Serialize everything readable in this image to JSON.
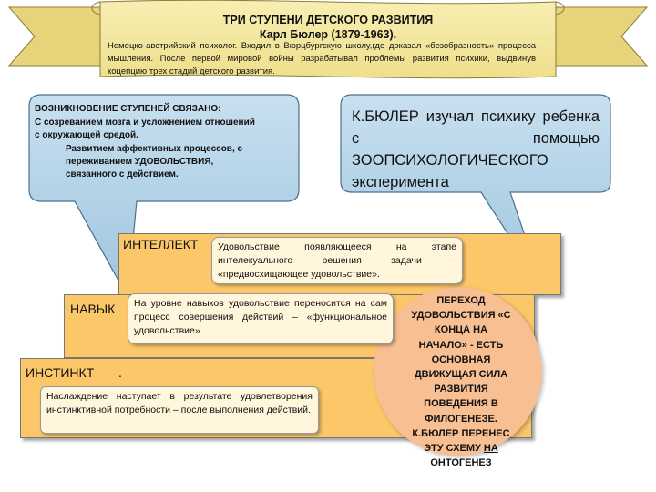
{
  "banner": {
    "title": "ТРИ СТУПЕНИ ДЕТСКОГО РАЗВИТИЯ",
    "subtitle": "Карл Бюлер (1879-1963).",
    "body": "Немецко-австрийский психолог. Входил в Вюрцбургскую школу,где доказал «безобразность» процесса мышления. После первой мировой войны разрабатывал проблемы развития психики, выдвинув коцепцию трех стадий детского развития."
  },
  "left_callout": {
    "heading": "ВОЗНИКНОВЕНИЕ СТУПЕНЕЙ СВЯЗАНО:",
    "line1": "С созреванием мозга и усложнением отношений с окружающей средой.",
    "line2": "Развитием аффективных процессов, с переживанием УДОВОЛЬСТВИЯ, связанного с действием."
  },
  "right_callout": {
    "text": "К.БЮЛЕР изучал психику ребенка с помощью ЗООПСИХОЛОГИЧЕСКОГО эксперимента"
  },
  "steps": [
    {
      "label": "ИНТЕЛЛЕКТ",
      "note": "Удовольствие появляющееся на этапе интелекуального решения задачи – «предвосхищающее удовольствие»."
    },
    {
      "label": "НАВЫК",
      "note": "На уровне навыков удовольствие переносится на сам процесс совершения действий – «функциональное удовольствие»."
    },
    {
      "label": "ИНСТИНКТ",
      "dot": ".",
      "note": "Наслаждение наступает в результате удовлетворения инстинктивной потребности – после выполнения действий."
    }
  ],
  "circle": {
    "lines": [
      "ПЕРЕХОД",
      "УДОВОЛЬСТВИЯ «С",
      "КОНЦА НА",
      "НАЧАЛО» - ЕСТЬ",
      "ОСНОВНАЯ",
      "ДВИЖУЩАЯ СИЛА",
      "РАЗВИТИЯ",
      "ПОВЕДЕНИЯ В",
      "ФИЛОГЕНЕЗЕ.",
      "К.БЮЛЕР ПЕРЕНЕС"
    ],
    "last_pre": "ЭТУ СХЕМУ ",
    "last_u": "НА",
    "last_word": "ОНТОГЕНЕЗ"
  },
  "colors": {
    "banner": "#f5eaa4",
    "callout": "#b9d6ea",
    "step": "#fbc768",
    "circle": "#f8bf92"
  }
}
